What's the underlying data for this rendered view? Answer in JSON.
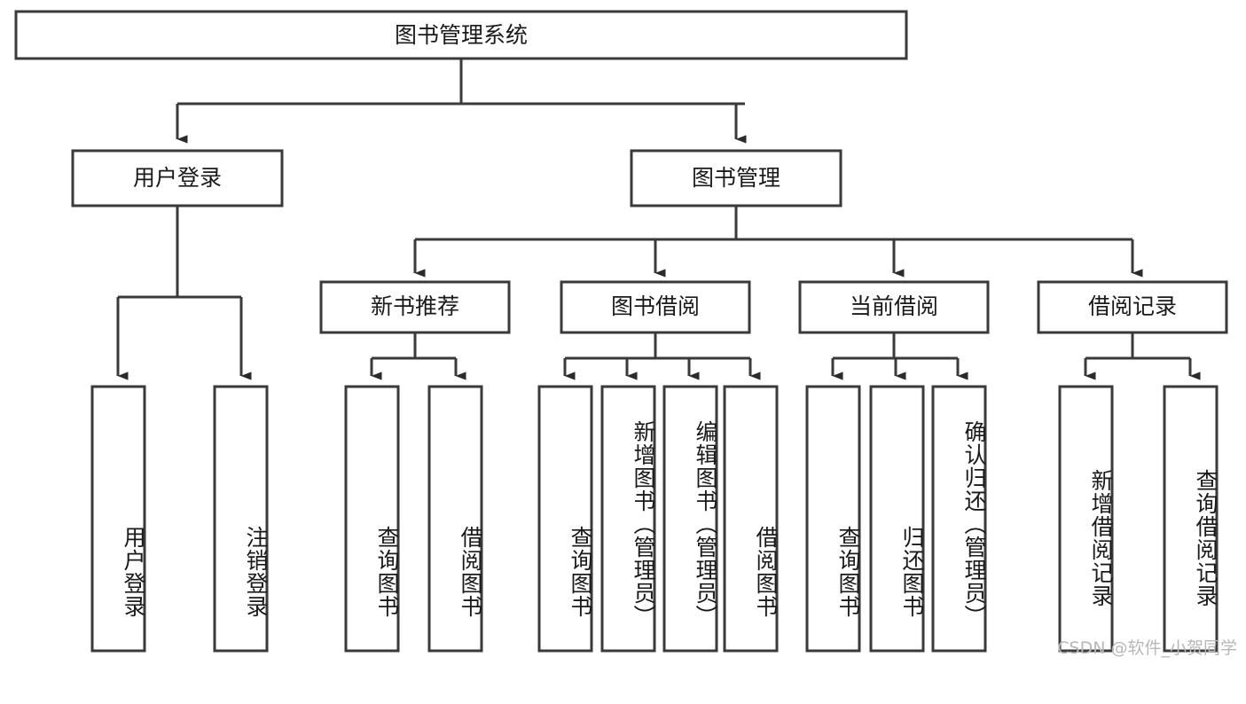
{
  "diagram": {
    "type": "tree-hierarchy-chart",
    "title": "图书管理系统",
    "watermark": "CSDN @软件_小贺同学",
    "colors": {
      "box_stroke": "#3a3a3a",
      "box_fill": "#ffffff",
      "connector": "#3a3a3a",
      "text": "#1a1a1a",
      "watermark": "#b8b8b8"
    },
    "levels": {
      "root": {
        "label": "图书管理系统"
      },
      "level2": [
        {
          "label": "用户登录"
        },
        {
          "label": "图书管理"
        }
      ],
      "level3": [
        {
          "label": "新书推荐"
        },
        {
          "label": "图书借阅"
        },
        {
          "label": "当前借阅"
        },
        {
          "label": "借阅记录"
        }
      ],
      "leaves": {
        "user_login": [
          {
            "label": "用户登录"
          },
          {
            "label": "注销登录"
          }
        ],
        "new_book_recommend": [
          {
            "label": "查询图书"
          },
          {
            "label": "借阅图书"
          }
        ],
        "book_borrow": [
          {
            "label": "查询图书"
          },
          {
            "label": "新增图书（管理员）"
          },
          {
            "label": "编辑图书（管理员）"
          },
          {
            "label": "借阅图书"
          }
        ],
        "current_borrow": [
          {
            "label": "查询图书"
          },
          {
            "label": "归还图书"
          },
          {
            "label": "确认归还（管理员）"
          }
        ],
        "borrow_record": [
          {
            "label": "新增借阅记录"
          },
          {
            "label": "查询借阅记录"
          }
        ]
      }
    }
  }
}
